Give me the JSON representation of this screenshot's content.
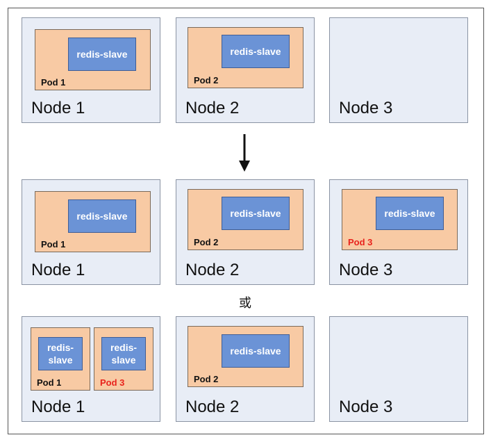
{
  "labels": {
    "node1": "Node 1",
    "node2": "Node 2",
    "node3": "Node 3",
    "pod1": "Pod 1",
    "pod2": "Pod 2",
    "pod3": "Pod 3",
    "container": "redis-slave",
    "container_split": "redis-\nslave",
    "or": "或"
  },
  "colors": {
    "node_bg": "#e8edf6",
    "pod_bg": "#f8caa4",
    "container_bg": "#6b93d6",
    "new_pod_label": "#e8231d"
  }
}
